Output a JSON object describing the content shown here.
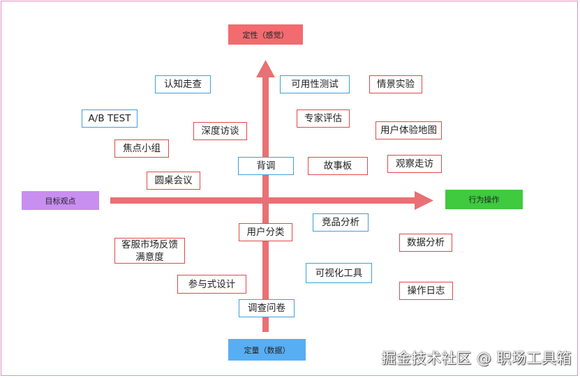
{
  "axes": {
    "top": "定性（感觉）",
    "bottom": "定量（数据）",
    "left": "目标观点",
    "right": "行为操作"
  },
  "methods": [
    {
      "text": "认知走查"
    },
    {
      "text": "可用性测试"
    },
    {
      "text": "情景实验"
    },
    {
      "text": "A/B TEST"
    },
    {
      "text": "专家评估"
    },
    {
      "text": "深度访谈"
    },
    {
      "text": "用户体验地图"
    },
    {
      "text": "焦点小组"
    },
    {
      "text": "背调"
    },
    {
      "text": "故事板"
    },
    {
      "text": "观察走访"
    },
    {
      "text": "圆桌会议"
    },
    {
      "text": "竞品分析"
    },
    {
      "text": "用户分类"
    },
    {
      "text": "客服市场反馈\n满意度"
    },
    {
      "text": "数据分析"
    },
    {
      "text": "可视化工具"
    },
    {
      "text": "参与式设计"
    },
    {
      "text": "操作日志"
    },
    {
      "text": "调查问卷"
    }
  ],
  "colors": {
    "arrow": "#e77175",
    "red_border": "#e0484c",
    "blue_border": "#3f9fd8",
    "top_label_bg": "#f26b6f",
    "bottom_label_bg": "#58aef2",
    "left_label_bg": "#c88ef0",
    "right_label_bg": "#3fca3f"
  },
  "watermark": "掘金技术社区 @ 职场工具箱"
}
